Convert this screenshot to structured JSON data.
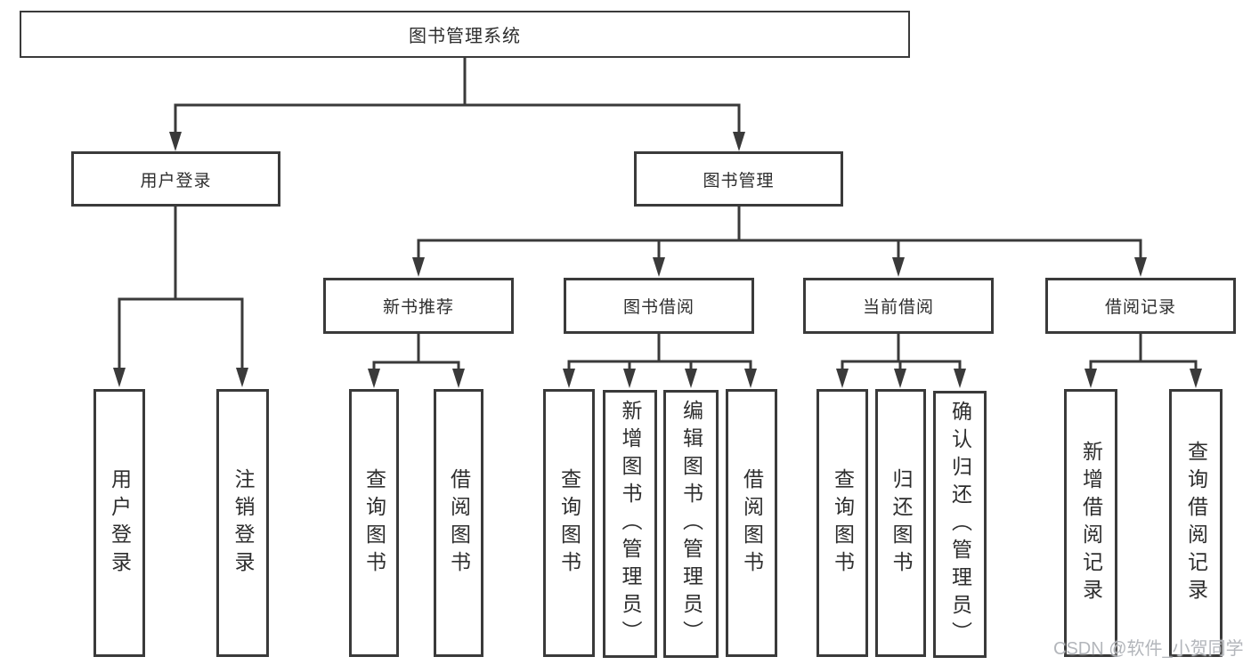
{
  "diagram": {
    "root": {
      "label": "图书管理系统"
    },
    "branches": [
      {
        "label": "用户登录",
        "children": [
          {
            "label": "用户登录"
          },
          {
            "label": "注销登录"
          }
        ]
      },
      {
        "label": "图书管理",
        "children": [
          {
            "label": "新书推荐",
            "children": [
              {
                "label": "查询图书"
              },
              {
                "label": "借阅图书"
              }
            ]
          },
          {
            "label": "图书借阅",
            "children": [
              {
                "label": "查询图书"
              },
              {
                "label": "新增图书（管理员）"
              },
              {
                "label": "编辑图书（管理员）"
              },
              {
                "label": "借阅图书"
              }
            ]
          },
          {
            "label": "当前借阅",
            "children": [
              {
                "label": "查询图书"
              },
              {
                "label": "归还图书"
              },
              {
                "label": "确认归还（管理员）"
              }
            ]
          },
          {
            "label": "借阅记录",
            "children": [
              {
                "label": "新增借阅记录"
              },
              {
                "label": "查询借阅记录"
              }
            ]
          }
        ]
      }
    ]
  },
  "watermark": {
    "text": "CSDN @软件_小贺同学"
  },
  "colors": {
    "line": "#3a3a3a",
    "text": "#2e2e2e",
    "watermark": "#b3b6bb"
  }
}
